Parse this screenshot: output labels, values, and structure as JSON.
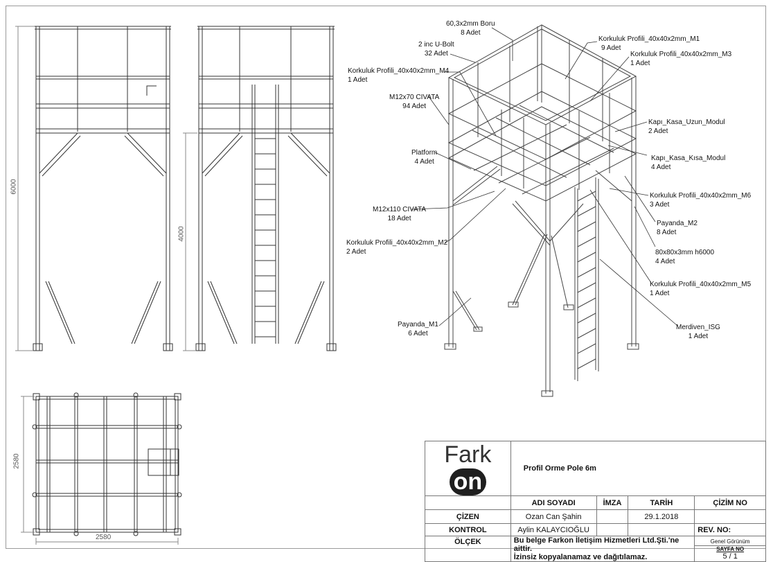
{
  "drawing": {
    "dimensions": {
      "front_height": "6000",
      "side_height": "4000",
      "plan_depth": "2580",
      "plan_width": "2580"
    },
    "callouts": [
      {
        "id": "boru",
        "name": "60,3x2mm Boru",
        "qty": "8 Adet"
      },
      {
        "id": "ubolt",
        "name": "2 inc U-Bolt",
        "qty": "32 Adet"
      },
      {
        "id": "m4",
        "name": "Korkuluk Profili_40x40x2mm_M4",
        "qty": "1 Adet"
      },
      {
        "id": "m12x70",
        "name": "M12x70 CIVATA",
        "qty": "94 Adet"
      },
      {
        "id": "platform",
        "name": "Platform",
        "qty": "4 Adet"
      },
      {
        "id": "m12x110",
        "name": "M12x110 CIVATA",
        "qty": "18 Adet"
      },
      {
        "id": "m2",
        "name": "Korkuluk Profili_40x40x2mm_M2",
        "qty": "2 Adet"
      },
      {
        "id": "payanda_m1",
        "name": "Payanda_M1",
        "qty": "6 Adet"
      },
      {
        "id": "m1",
        "name": "Korkuluk Profili_40x40x2mm_M1",
        "qty": "9 Adet"
      },
      {
        "id": "m3",
        "name": "Korkuluk Profili_40x40x2mm_M3",
        "qty": "1 Adet"
      },
      {
        "id": "kapi_uzun",
        "name": "Kapı_Kasa_Uzun_Modul",
        "qty": "2 Adet"
      },
      {
        "id": "kapi_kisa",
        "name": "Kapı_Kasa_Kısa_Modul",
        "qty": "4 Adet"
      },
      {
        "id": "m6",
        "name": "Korkuluk Profili_40x40x2mm_M6",
        "qty": "3 Adet"
      },
      {
        "id": "payanda_m2",
        "name": "Payanda_M2",
        "qty": "8 Adet"
      },
      {
        "id": "profil80",
        "name": "80x80x3mm h6000",
        "qty": "4 Adet"
      },
      {
        "id": "m5",
        "name": "Korkuluk Profili_40x40x2mm_M5",
        "qty": "1 Adet"
      },
      {
        "id": "merdiven",
        "name": "Merdiven_ISG",
        "qty": "1 Adet"
      }
    ]
  },
  "title_block": {
    "logo_left": "Fark",
    "logo_right": "on",
    "title": "Profil Orme Pole 6m",
    "headers": {
      "name": "ADI SOYADI",
      "signature": "İMZA",
      "date": "TARİH",
      "drawing_no": "ÇİZİM NO"
    },
    "rows": {
      "drawn_label": "ÇİZEN",
      "drawn_name": "Ozan Can Şahin",
      "drawn_date": "29.1.2018",
      "checked_label": "KONTROL",
      "checked_name": "Aylin KALAYCIOĞLU",
      "rev_label": "REV. NO:",
      "scale_label": "ÖLÇEK"
    },
    "note_line1": "Bu belge Farkon İletişim Hizmetleri Ltd.Şti.'ne aittir.",
    "note_line2": "İzinsiz kopyalanamaz ve dağıtılamaz.",
    "view": "Genel Görünüm",
    "page_label": "SAYFA NO",
    "page_value": "5  /  1"
  }
}
